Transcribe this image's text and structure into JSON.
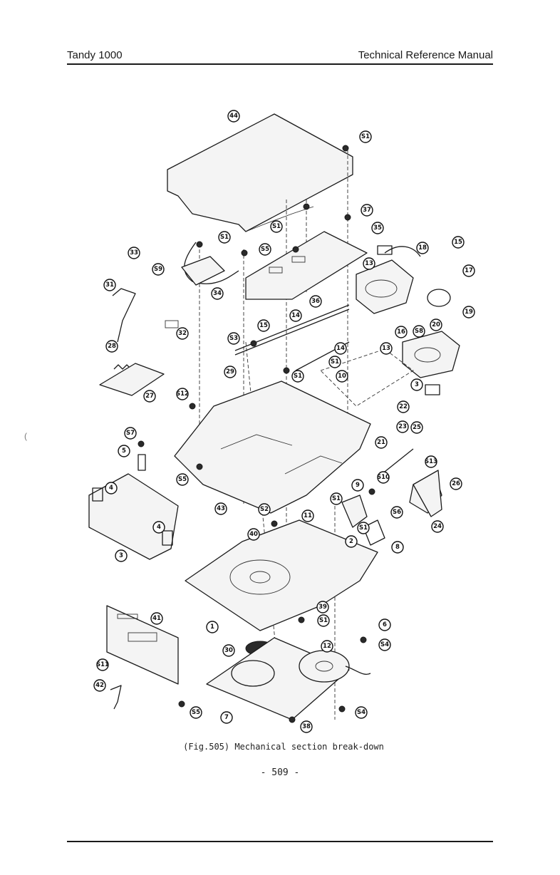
{
  "header": {
    "left": "Tandy 1000",
    "right": "Technical Reference Manual"
  },
  "figure": {
    "callouts": [
      {
        "label": "44"
      },
      {
        "label": "S1"
      },
      {
        "label": "37"
      },
      {
        "label": "S1"
      },
      {
        "label": "35"
      },
      {
        "label": "S1"
      },
      {
        "label": "S5"
      },
      {
        "label": "33"
      },
      {
        "label": "S9"
      },
      {
        "label": "31"
      },
      {
        "label": "34"
      },
      {
        "label": "36"
      },
      {
        "label": "18"
      },
      {
        "label": "15"
      },
      {
        "label": "13"
      },
      {
        "label": "17"
      },
      {
        "label": "19"
      },
      {
        "label": "14"
      },
      {
        "label": "15"
      },
      {
        "label": "16"
      },
      {
        "label": "S8"
      },
      {
        "label": "20"
      },
      {
        "label": "32"
      },
      {
        "label": "S3"
      },
      {
        "label": "28"
      },
      {
        "label": "14"
      },
      {
        "label": "13"
      },
      {
        "label": "S1"
      },
      {
        "label": "29"
      },
      {
        "label": "S1"
      },
      {
        "label": "10"
      },
      {
        "label": "27"
      },
      {
        "label": "S12"
      },
      {
        "label": "3"
      },
      {
        "label": "22"
      },
      {
        "label": "S7"
      },
      {
        "label": "23"
      },
      {
        "label": "25"
      },
      {
        "label": "5"
      },
      {
        "label": "21"
      },
      {
        "label": "S13"
      },
      {
        "label": "S5"
      },
      {
        "label": "S10"
      },
      {
        "label": "26"
      },
      {
        "label": "4"
      },
      {
        "label": "9"
      },
      {
        "label": "43"
      },
      {
        "label": "S1"
      },
      {
        "label": "S2"
      },
      {
        "label": "S6"
      },
      {
        "label": "11"
      },
      {
        "label": "4"
      },
      {
        "label": "40"
      },
      {
        "label": "S1"
      },
      {
        "label": "24"
      },
      {
        "label": "2"
      },
      {
        "label": "3"
      },
      {
        "label": "8"
      },
      {
        "label": "39"
      },
      {
        "label": "41"
      },
      {
        "label": "S1"
      },
      {
        "label": "6"
      },
      {
        "label": "1"
      },
      {
        "label": "S4"
      },
      {
        "label": "30"
      },
      {
        "label": "12"
      },
      {
        "label": "S11"
      },
      {
        "label": "42"
      },
      {
        "label": "S5"
      },
      {
        "label": "7"
      },
      {
        "label": "S4"
      },
      {
        "label": "38"
      }
    ]
  },
  "caption": "(Fig.505) Mechanical section break-down",
  "page_number": "- 509 -",
  "margin_mark": "("
}
